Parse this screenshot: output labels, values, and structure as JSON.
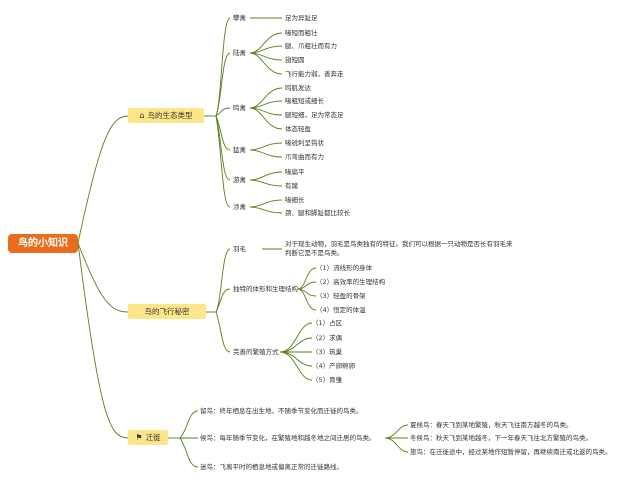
{
  "root": "鸟的小知识",
  "categories": {
    "ecology": {
      "icon": "house-icon",
      "icon_glyph": "⌂",
      "label": "鸟的生态类型",
      "groups": [
        {
          "name": "攀禽",
          "items": [
            "足为异趾足"
          ]
        },
        {
          "name": "陆禽",
          "items": [
            "喙短而粗壮",
            "腿、爪粗壮而有力",
            "翅短圆",
            "飞行能力弱，善奔走"
          ]
        },
        {
          "name": "鸣禽",
          "items": [
            "鸣肌发达",
            "喙粗短或细长",
            "腿短细，足为常态足",
            "体态轻盈"
          ]
        },
        {
          "name": "猛禽",
          "items": [
            "喙锐利呈钩状",
            "爪弯曲而有力"
          ]
        },
        {
          "name": "游禽",
          "items": [
            "喙扁平",
            "有蹼"
          ]
        },
        {
          "name": "涉禽",
          "items": [
            "喙细长",
            "颈、腿和脚趾都比较长"
          ]
        }
      ]
    },
    "flight": {
      "label": "鸟的飞行秘密",
      "feather": {
        "name": "羽毛",
        "desc": "对于现生动物，羽毛是鸟类独有的特征。我们可以根据一只动物是否长有羽毛来判断它是不是鸟类。"
      },
      "body": {
        "name": "独特的体形和生理结构",
        "items": [
          "（1）流线形的身体",
          "（2）高效率的生理结构",
          "（3）轻盈的骨架",
          "（4）恒定的体温"
        ]
      },
      "breeding": {
        "name": "完善的繁殖方式",
        "items": [
          "（1）占区",
          "（2）求偶",
          "（3）筑巢",
          "（4）产卵孵卵",
          "（5）育雏"
        ]
      }
    },
    "migration": {
      "icon": "flag-icon",
      "icon_glyph": "⚑",
      "label": "迁徙",
      "resident": "留鸟：终年栖息在出生地，不随季节变化而迁徙的鸟类。",
      "migrant": "候鸟：每年随季节变化，在繁殖地和越冬地之间迁居的鸟类。",
      "migrant_types": [
        "夏候鸟：春天飞到某地繁殖，秋天飞往南方越冬的鸟类。",
        "冬候鸟：秋天飞到某地越冬，下一年春天飞往北方繁殖的鸟类。",
        "旅鸟：在迁徙途中，经过某地作短暂停留，再继续南迁或北返的鸟类。"
      ],
      "vagrant": "迷鸟：飞离平时的栖息地或偏离正常的迁徙路线。"
    }
  },
  "colors": {
    "line": "#5a7d1e",
    "root_bg": "#ea6d1d",
    "category_bg": "#fde68a"
  }
}
